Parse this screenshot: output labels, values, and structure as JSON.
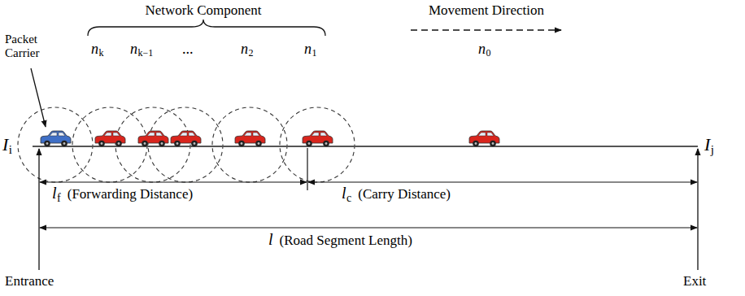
{
  "diagram": {
    "labels": [
      "Network Component",
      "Movement Direction",
      "Packet Carrier",
      "n",
      "k",
      "n",
      "k−1",
      "...",
      "n",
      "2",
      "n",
      "1",
      "n",
      "0",
      "I",
      "i",
      "I",
      "j",
      "l",
      "f",
      "(Forwarding Distance)",
      "l",
      "c",
      "(Carry Distance)",
      "l",
      "(Road Segment Length)",
      "Entrance",
      "Exit"
    ]
  }
}
